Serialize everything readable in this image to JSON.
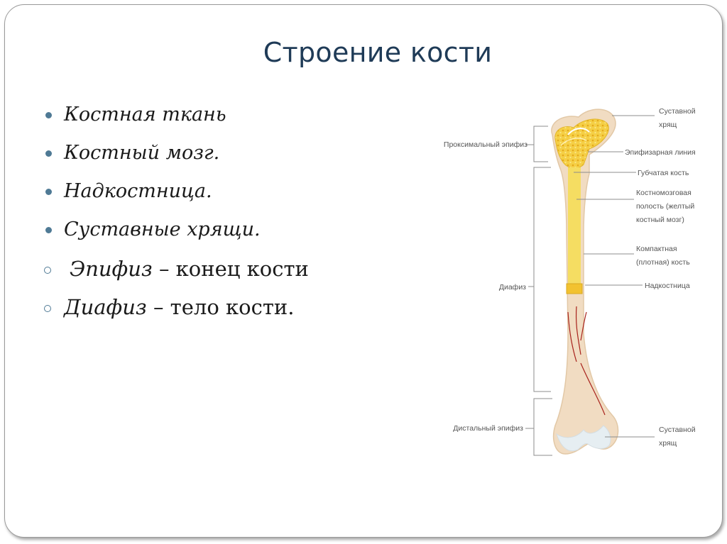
{
  "title": "Строение кости",
  "bullets": [
    {
      "text": "Костная ткань"
    },
    {
      "text": "Костный мозг."
    },
    {
      "text": "Надкостница."
    },
    {
      "text": "Суставные хрящи."
    }
  ],
  "sub_bullets": [
    {
      "term": "Эпифиз",
      "rest": " – конец кости"
    },
    {
      "term": "Диафиз",
      "rest": " – тело кости."
    }
  ],
  "diagram": {
    "left_labels": {
      "proximal_epiphysis": "Проксимальный эпифиз",
      "diaphysis": "Диафиз",
      "distal_epiphysis": "Дистальный эпифиз"
    },
    "right_labels": {
      "articular_cartilage_top_1": "Суставной",
      "articular_cartilage_top_2": "хрящ",
      "epiphyseal_line": "Эпифизарная линия",
      "spongy_bone": "Губчатая кость",
      "marrow_cavity_1": "Костномозговая",
      "marrow_cavity_2": "полость (желтый",
      "marrow_cavity_3": "костный мозг)",
      "compact_bone_1": "Компактная",
      "compact_bone_2": "(плотная) кость",
      "periosteum": "Надкостница",
      "articular_cartilage_bottom_1": "Суставной",
      "articular_cartilage_bottom_2": "хрящ"
    },
    "colors": {
      "bone": "#f1dcc2",
      "bone_edge": "#e2c8a6",
      "marrow": "#f5dd62",
      "spongy": "#f2c230",
      "cartilage": "#e6eef2",
      "vessel": "#a8221c",
      "leader": "#8c8c8c"
    }
  }
}
